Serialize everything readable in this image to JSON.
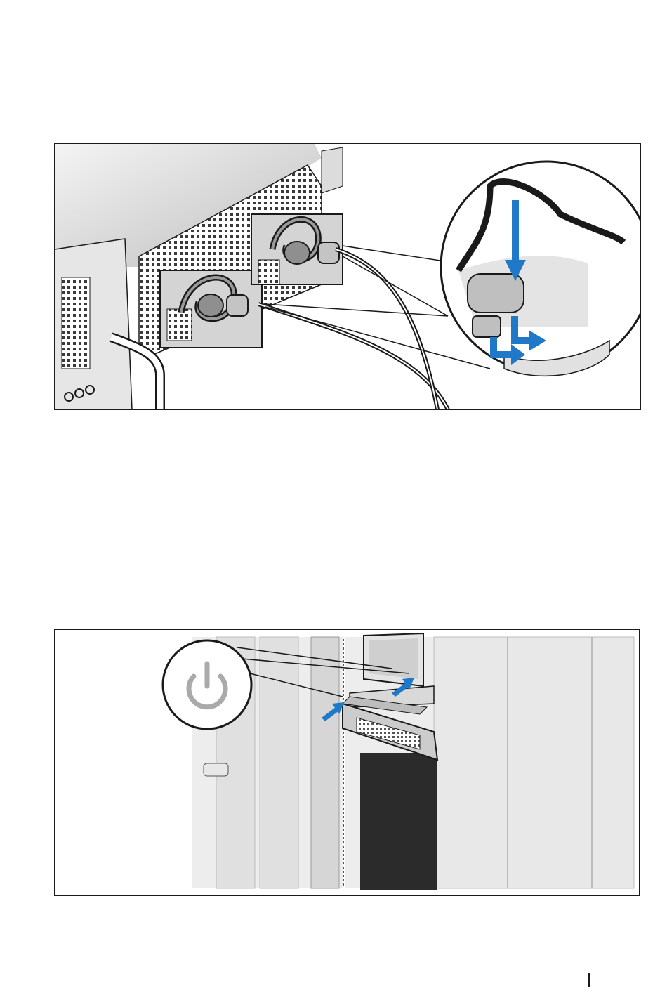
{
  "figures": [
    {
      "id": "figure-power-cable-retention",
      "icon": "power-cable-clip-illustration"
    },
    {
      "id": "figure-power-on-system",
      "icon": "power-button-illustration"
    }
  ],
  "colors": {
    "arrow": "#1f78c8",
    "line": "#1a1a1a",
    "metal": "#cfcfcf",
    "shade": "#b5b5b5"
  }
}
